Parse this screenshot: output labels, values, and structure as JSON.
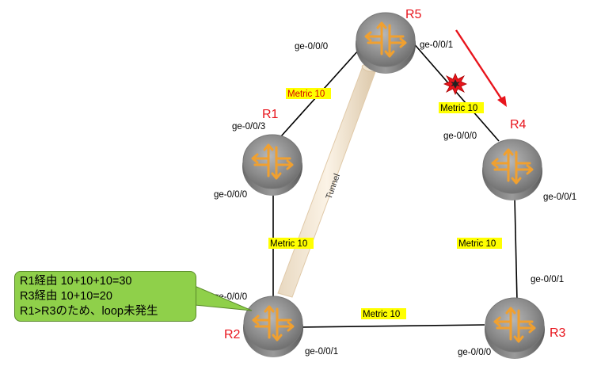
{
  "routers": {
    "r1": {
      "name": "R1",
      "if_top": "ge-0/0/3",
      "if_bottom": "ge-0/0/0"
    },
    "r2": {
      "name": "R2",
      "if_top": "ge-0/0/0",
      "if_right": "ge-0/0/1"
    },
    "r3": {
      "name": "R3",
      "if_top": "ge-0/0/1",
      "if_left": "ge-0/0/0"
    },
    "r4": {
      "name": "R4",
      "if_top": "ge-0/0/0",
      "if_bottom": "ge-0/0/1"
    },
    "r5": {
      "name": "R5",
      "if_left": "ge-0/0/0",
      "if_right": "ge-0/0/1"
    }
  },
  "links": {
    "r5_r1_metric": "Metric 10",
    "r5_r4_metric": "Metric 10",
    "r1_r2_metric": "Metric 10",
    "r4_r3_metric": "Metric 10",
    "r2_r3_metric": "Metric 10"
  },
  "tunnel": {
    "label": "Tunnel"
  },
  "callout": {
    "line1": "R1経由 10+10+10=30",
    "line2": "R3経由 10+10=20",
    "line3": "R1>R3のため、loop未発生"
  },
  "colors": {
    "router_name": "#e8141c",
    "metric_highlight": "#ffff00",
    "callout_bg": "#8fd04a",
    "arrow": "#e8141c",
    "router_arrow": "#f0a030"
  },
  "icons": {
    "router": "router-icon",
    "failure": "explosion-icon",
    "traffic_arrow": "arrow-down-right-icon"
  }
}
